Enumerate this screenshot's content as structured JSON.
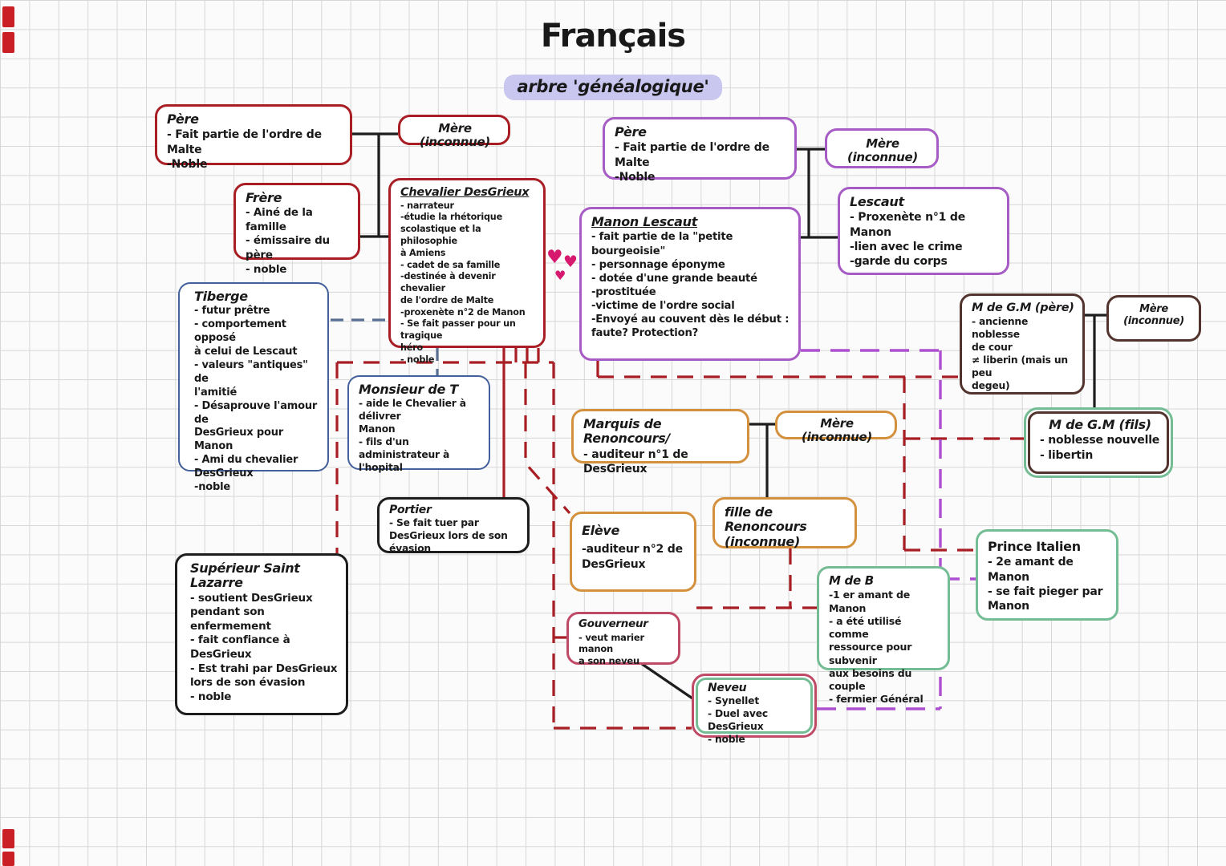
{
  "header": {
    "title": "Français",
    "subtitle": "arbre 'généalogique'"
  },
  "palette": {
    "red": "#a81e24",
    "purple": "#a75bc4",
    "blue": "#44609c",
    "black": "#1d1d1d",
    "orange": "#d4913d",
    "brown": "#53332e",
    "green": "#74bd94",
    "pink": "#bf4a66",
    "heart": "#d6186e",
    "subtitle_highlight": "#c9c6f0",
    "grid": "#d7d7d7"
  },
  "decorations": {
    "heart_glyph": "♥"
  },
  "boxes": {
    "pere_left": {
      "title": "Père",
      "body": "- Fait partie de l'ordre de Malte\n-Noble"
    },
    "mere_left": {
      "title": "Mère (inconnue)",
      "body": ""
    },
    "frere": {
      "title": "Frère",
      "body": "-  Ainé de la famille\n- émissaire du père\n- noble"
    },
    "desgrieux": {
      "title": "Chevalier DesGrieux",
      "body": "- narrateur\n-étudie la rhétorique\nscolastique et la philosophie\nà Amiens\n- cadet de sa famille\n-destinée à devenir chevalier\nde l'ordre de Malte\n-proxenète n°2 de Manon\n- Se fait passer pour un tragique\nhéro\n- noble"
    },
    "pere_right": {
      "title": "Père",
      "body": "- Fait partie de l'ordre de Malte\n-Noble"
    },
    "mere_right": {
      "title": "Mère (inconnue)",
      "body": ""
    },
    "manon": {
      "title": "Manon Lescaut",
      "body": "- fait partie de la \"petite bourgeoisie\"\n- personnage éponyme\n- dotée d'une grande beauté\n-prostituée\n-victime de l'ordre social\n-Envoyé au couvent dès le début :\nfaute? Protection?"
    },
    "lescaut": {
      "title": "Lescaut",
      "body": "- Proxenète n°1 de Manon\n-lien avec le crime\n-garde du corps"
    },
    "tiberge": {
      "title": "Tiberge",
      "body": "- futur prêtre\n- comportement opposé\nà celui de Lescaut\n- valeurs \"antiques\" de\nl'amitié\n- Désaprouve l'amour de\nDesGrieux pour Manon\n- Ami du chevalier\nDesGrieux\n-noble"
    },
    "monsieur_t": {
      "title": "Monsieur de T",
      "body": "- aide le Chevalier à délivrer\nManon\n- fils d'un administrateur à\nl'hopital"
    },
    "portier": {
      "title": "Portier",
      "body": "- Se fait tuer par\nDesGrieux lors de son évasion"
    },
    "superieur": {
      "title": "Supérieur Saint\nLazarre",
      "body": "- soutient DesGrieux\npendant son enfermement\n- fait confiance à DesGrieux\n- Est trahi par DesGrieux\nlors de son évasion\n- noble"
    },
    "marquis": {
      "title": "Marquis de Renoncours/",
      "body": "-  auditeur n°1 de DesGrieux"
    },
    "mere_renoncours": {
      "title": "Mère (inconnue)",
      "body": ""
    },
    "fille": {
      "title": "fille de Renoncours\n(inconnue)",
      "body": ""
    },
    "eleve": {
      "title": "Elève",
      "body": "-auditeur n°2 de\nDesGrieux"
    },
    "gm_pere": {
      "title": "M de G.M (père)",
      "body": "- ancienne noblesse\nde cour\n≠ liberin (mais un peu\ndegeu)"
    },
    "mere_gm": {
      "title": "Mère (inconnue)",
      "body": ""
    },
    "gm_fils": {
      "title": "M de G.M (fils)",
      "body": "-  noblesse nouvelle\n- libertin"
    },
    "prince": {
      "title": "Prince Italien",
      "body": "- 2e amant de Manon\n- se fait pieger par\nManon"
    },
    "m_de_b": {
      "title": "M de B",
      "body": "-1 er amant de Manon\n- a été utilisé comme\nressource pour subvenir\naux besoins du couple\n- fermier Général"
    },
    "gouverneur": {
      "title": "Gouverneur",
      "body": "-  veut marier manon\na son neveu"
    },
    "neveu": {
      "title": "Neveu",
      "body": "- Synellet\n- Duel avec DesGrieux\n- noble"
    }
  }
}
